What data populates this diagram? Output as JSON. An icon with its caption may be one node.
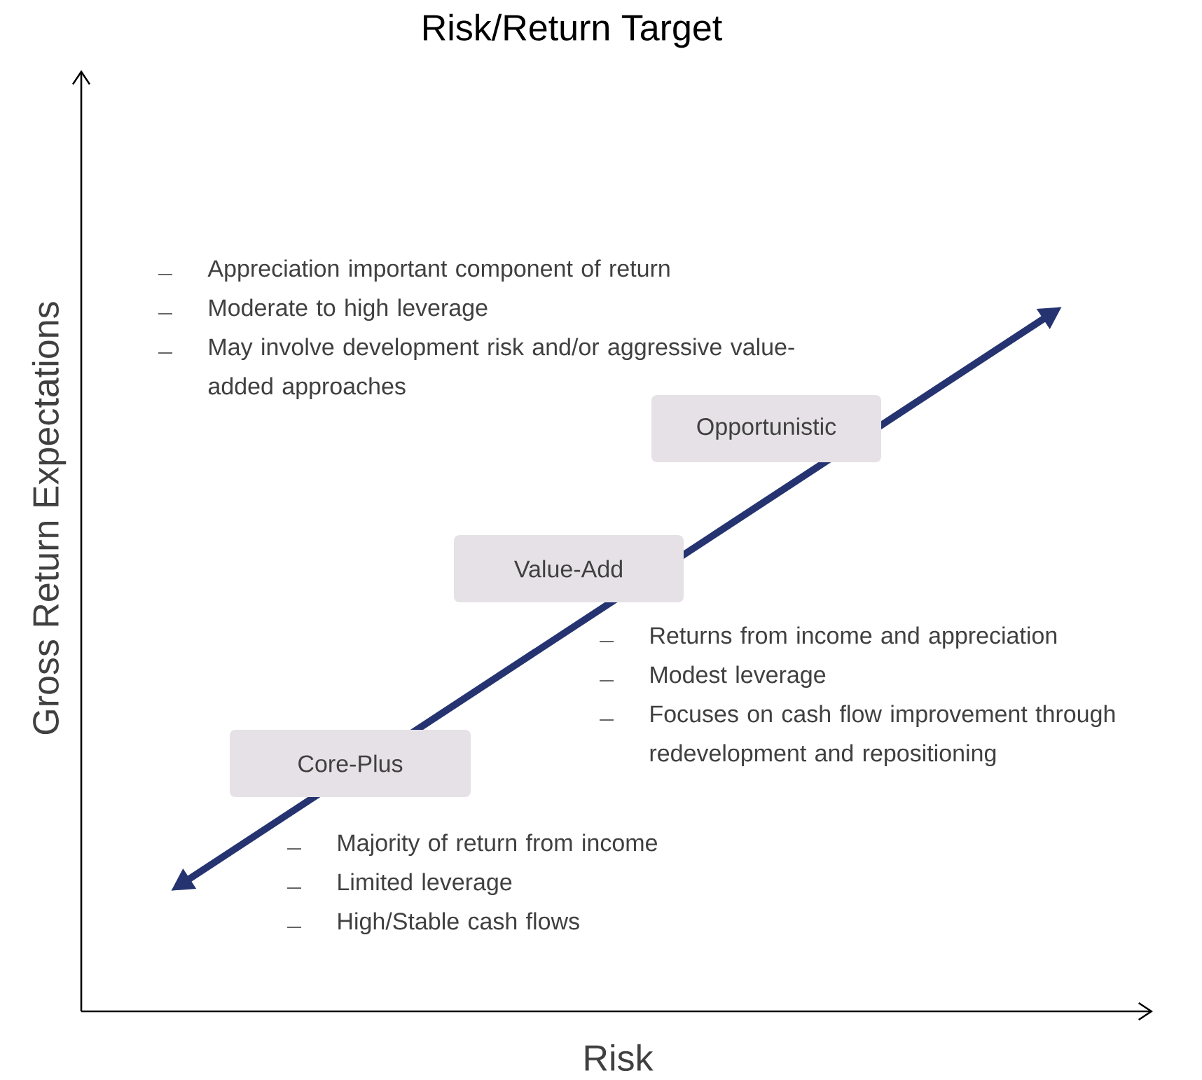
{
  "diagram": {
    "title": "Risk/Return Target",
    "nodes": [
      {
        "text": [
          "Opportunistic"
        ]
      },
      {
        "text": [
          "Value-Add"
        ]
      },
      {
        "text": [
          "Core-Plus"
        ]
      }
    ],
    "labels": [
      "Appreciation important component of return",
      "Moderate to high leverage",
      "May involve development risk and/or aggressive value-added approaches",
      "Gross Return Expectations",
      "Returns from income and appreciation",
      "Modest leverage",
      "Focuses on cash flow improvement through redevelopment and repositioning",
      "Majority of return from income",
      "Limited leverage",
      "High/Stable cash flows",
      "Risk"
    ]
  }
}
